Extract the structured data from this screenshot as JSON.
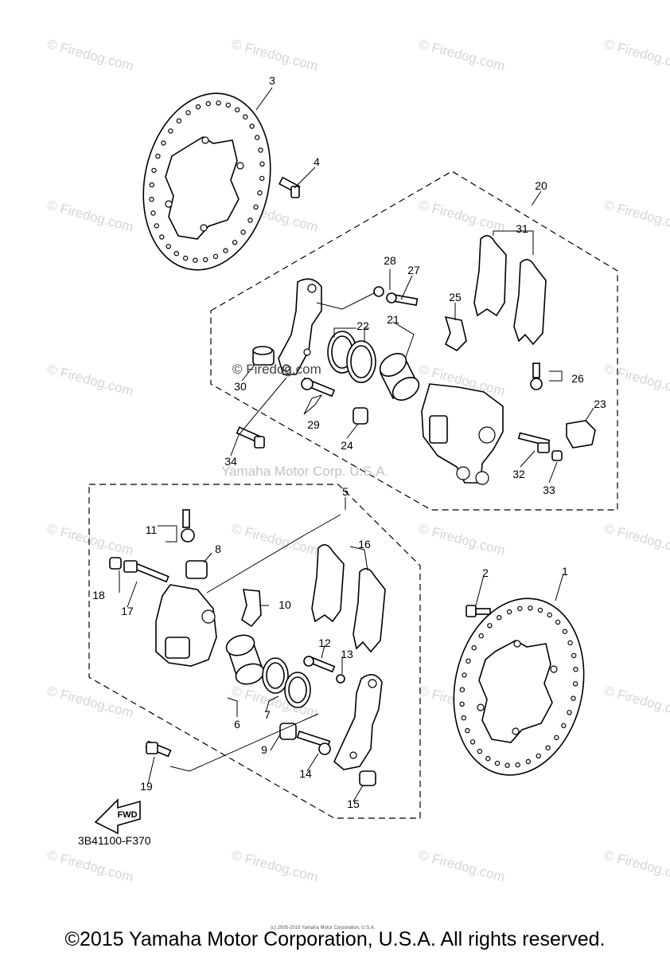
{
  "watermark": "© Firedog.com",
  "center_watermark": "© Firedog.com",
  "manufacturer_watermark": "Yamaha Motor Corp. U.S.A.",
  "diagram_code": "3B41100-F370",
  "fwd_label": "FWD",
  "footer": "©2015 Yamaha Motor Corporation, U.S.A. All rights reserved.",
  "fine_print": "(c) 2005-2015 Yamaha Motor Corporation, U.S.A.",
  "callouts": {
    "p1": "1",
    "p2": "2",
    "p3": "3",
    "p4": "4",
    "p5": "5",
    "p6": "6",
    "p7": "7",
    "p8": "8",
    "p9": "9",
    "p10": "10",
    "p11": "11",
    "p12": "12",
    "p13": "13",
    "p14": "14",
    "p15": "15",
    "p16": "16",
    "p17": "17",
    "p18": "18",
    "p19": "19",
    "p20": "20",
    "p21": "21",
    "p22": "22",
    "p23": "23",
    "p24": "24",
    "p25": "25",
    "p26": "26",
    "p27": "27",
    "p28": "28",
    "p29": "29",
    "p30": "30",
    "p31": "31",
    "p32": "32",
    "p33": "33",
    "p34": "34"
  }
}
